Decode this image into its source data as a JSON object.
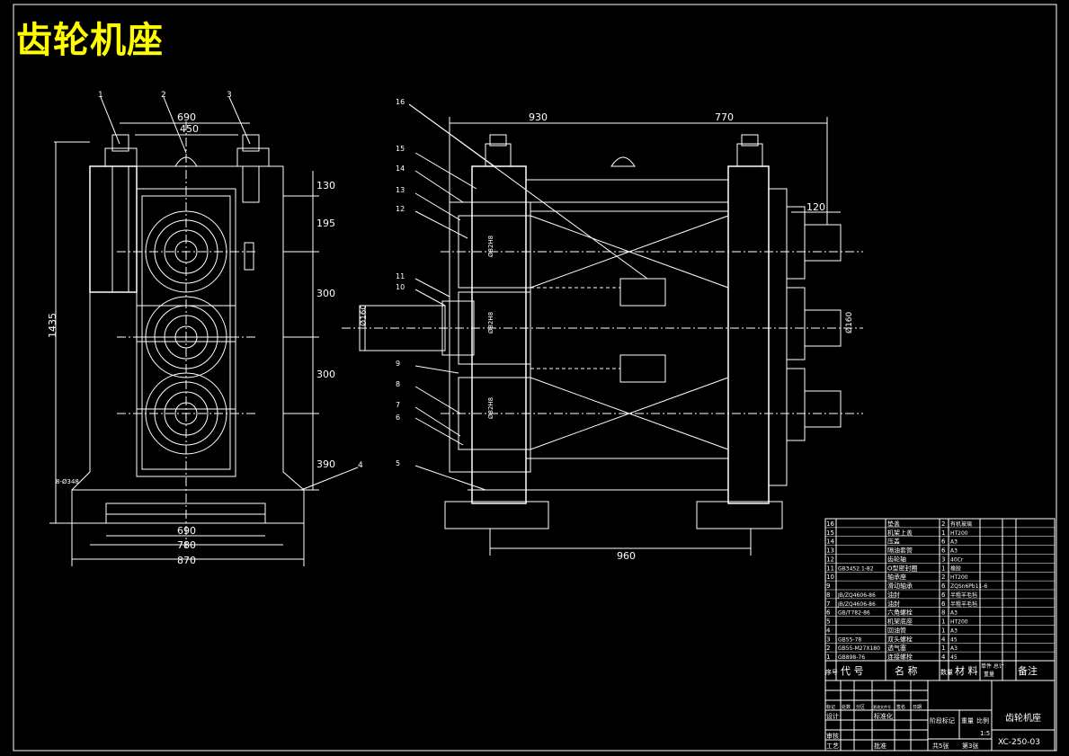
{
  "title": "齿轮机座",
  "colors": {
    "background": "#000000",
    "lines": "#ffffff",
    "title": "#ffff00"
  },
  "left_view": {
    "part_labels": [
      "1",
      "2",
      "3",
      "4"
    ],
    "note": "8-Ø348",
    "dims": {
      "top_690": "690",
      "top_450": "450",
      "h_130": "130",
      "h_195": "195",
      "h_300a": "300",
      "h_300b": "300",
      "h_390": "390",
      "total_height": "1435",
      "bot_690": "690",
      "bot_780": "780",
      "bot_870": "870"
    }
  },
  "right_view": {
    "part_labels": [
      "16",
      "15",
      "14",
      "13",
      "12",
      "11",
      "10",
      "9",
      "8",
      "7",
      "6",
      "5"
    ],
    "dims": {
      "top_930": "930",
      "top_770": "770",
      "w_120": "120",
      "bot_960": "960",
      "dia_left": "Ø160",
      "dia_right": "Ø160",
      "fit_1": "Ø82H8",
      "fit_2": "Ø82H8",
      "fit_3": "Ø82H8"
    }
  },
  "parts_list": {
    "rows": [
      {
        "no": "16",
        "code": "",
        "name": "垫盖",
        "qty": "2",
        "material": "有机玻璃"
      },
      {
        "no": "15",
        "code": "",
        "name": "机架上盖",
        "qty": "1",
        "material": "HT200"
      },
      {
        "no": "14",
        "code": "",
        "name": "压盖",
        "qty": "6",
        "material": "A3"
      },
      {
        "no": "13",
        "code": "",
        "name": "隔油套管",
        "qty": "6",
        "material": "A3"
      },
      {
        "no": "12",
        "code": "",
        "name": "齿轮轴",
        "qty": "3",
        "material": "40Cr"
      },
      {
        "no": "11",
        "code": "GB3452.1-82",
        "name": "O型密封圈",
        "qty": "1",
        "material": "橡胶"
      },
      {
        "no": "10",
        "code": "",
        "name": "轴承座",
        "qty": "2",
        "material": "HT200"
      },
      {
        "no": "9",
        "code": "",
        "name": "滑动轴承",
        "qty": "6",
        "material": "ZQSn6Pb11-6"
      },
      {
        "no": "8",
        "code": "JB/ZQ4606-86",
        "name": "油封",
        "qty": "6",
        "material": "半粗羊毛毡"
      },
      {
        "no": "7",
        "code": "JB/ZQ4606-86",
        "name": "油封",
        "qty": "6",
        "material": "半粗羊毛毡"
      },
      {
        "no": "6",
        "code": "GB/T782-86",
        "name": "六角螺栓",
        "qty": "8",
        "material": "A3"
      },
      {
        "no": "5",
        "code": "",
        "name": "机架底座",
        "qty": "1",
        "material": "HT200"
      },
      {
        "no": "4",
        "code": "",
        "name": "回油管",
        "qty": "1",
        "material": "A3"
      },
      {
        "no": "3",
        "code": "GB55-78",
        "name": "双头螺栓",
        "qty": "4",
        "material": "45"
      },
      {
        "no": "2",
        "code": "GB55-M27X180",
        "name": "透气塞",
        "qty": "1",
        "material": "A3"
      },
      {
        "no": "1",
        "code": "GB898-76",
        "name": "连接螺栓",
        "qty": "4",
        "material": "45"
      }
    ],
    "header": {
      "seq": "序号",
      "code": "代 号",
      "name": "名 称",
      "qty": "数量",
      "material": "材 料",
      "unit_total": "单件 总计",
      "weight": "重量",
      "remark": "备注"
    }
  },
  "title_block": {
    "drawing_name": "齿轮机座",
    "drawing_no": "XC-250-03",
    "scale": "1:5",
    "labels": {
      "stage_mark": "阶段标记",
      "weight": "重量",
      "ratio": "比例",
      "total_sheets": "共5张",
      "sheet_no": "第3张",
      "design": "设计",
      "review": "审核",
      "process": "工艺",
      "standardize": "标准化",
      "approve": "批准",
      "mark": "标记",
      "count": "处数",
      "zone": "分区",
      "change_doc": "更改文件号",
      "sign": "签名",
      "date": "日期"
    }
  }
}
